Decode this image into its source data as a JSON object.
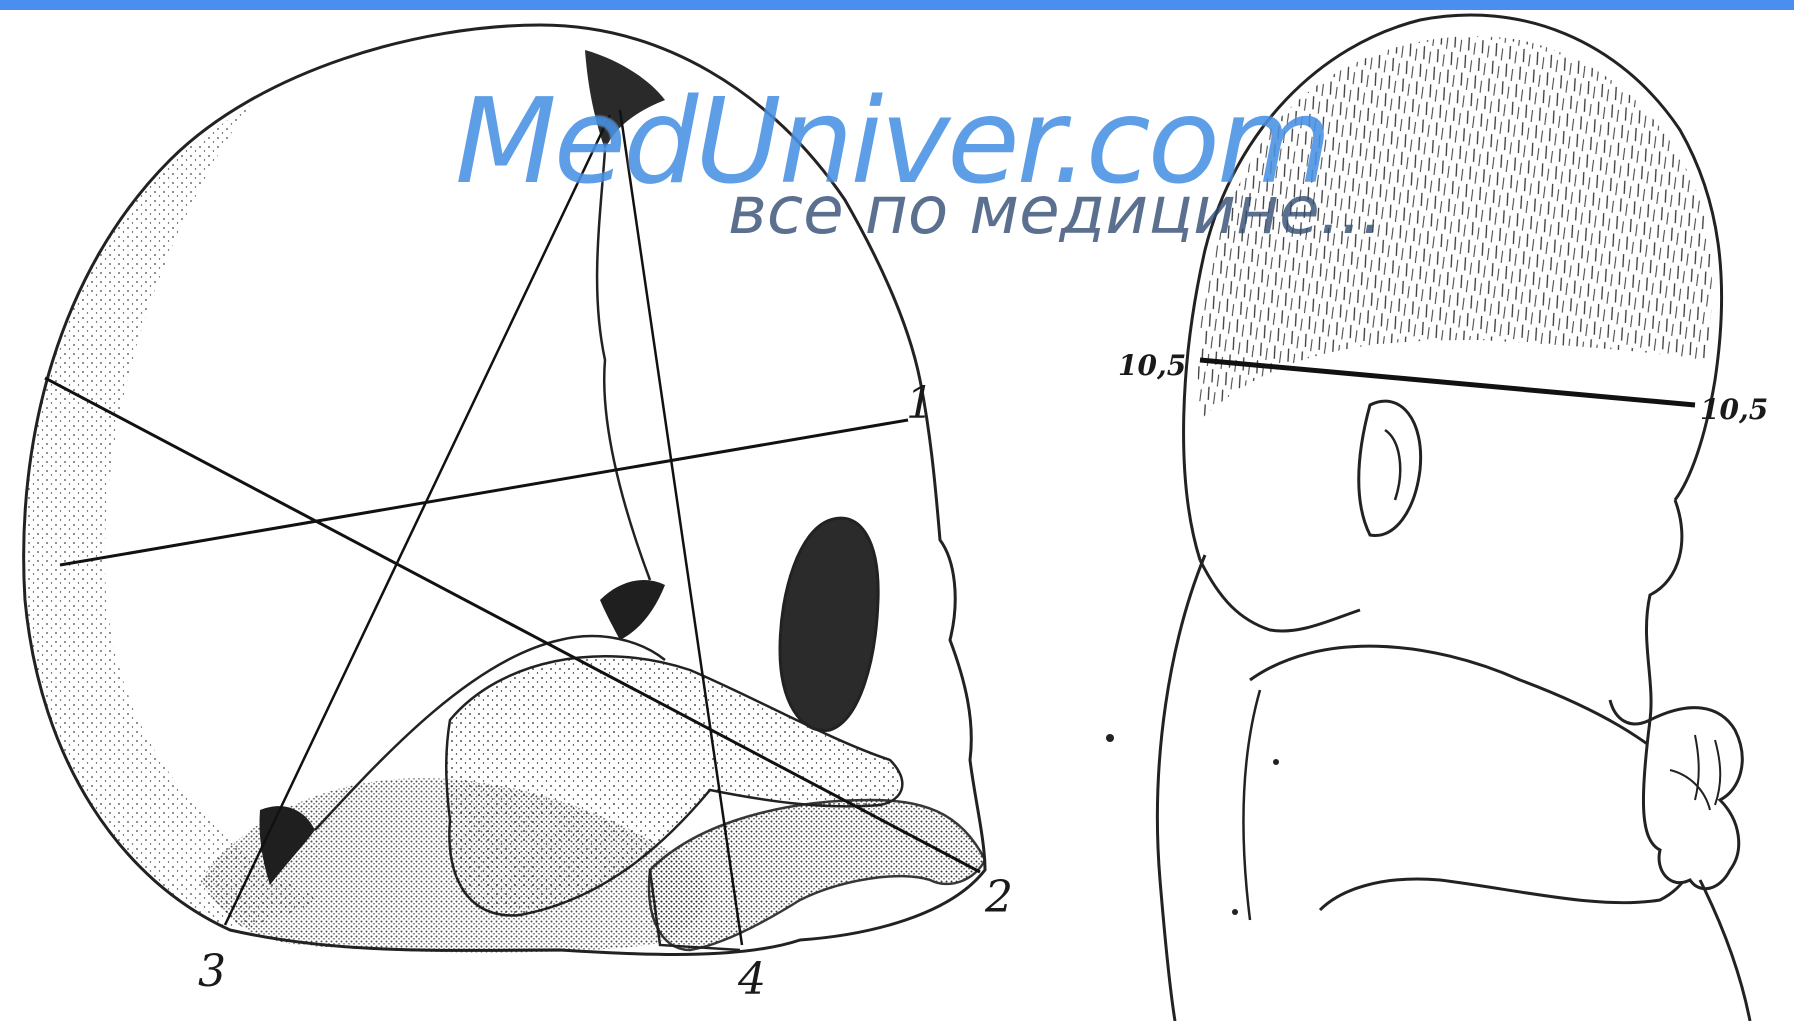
{
  "colors": {
    "top_bar": "#4a8ff0",
    "ink": "#1a1a1a",
    "watermark_blue": "#1e78dc",
    "watermark_gray": "#324b73"
  },
  "watermark": {
    "site": "MedUniver.com",
    "tagline": "все по медицине..."
  },
  "skull": {
    "labels": {
      "p1": "1",
      "p2": "2",
      "p3": "3",
      "p4": "4"
    }
  },
  "infant": {
    "measure_left": "10,5",
    "measure_right": "10,5"
  }
}
